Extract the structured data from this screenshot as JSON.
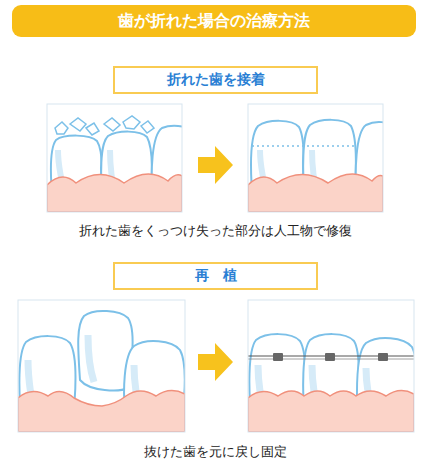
{
  "diagram": {
    "title": "歯が折れた場合の治療方法",
    "nodes": [
      {
        "text": [
          "折れた歯を接着"
        ]
      },
      {
        "text": [
          "再　植"
        ]
      }
    ],
    "labels": [
      "折れた歯をくっつけ失った部分は人工物で修復",
      "抜けた歯を元に戻し固定"
    ]
  }
}
